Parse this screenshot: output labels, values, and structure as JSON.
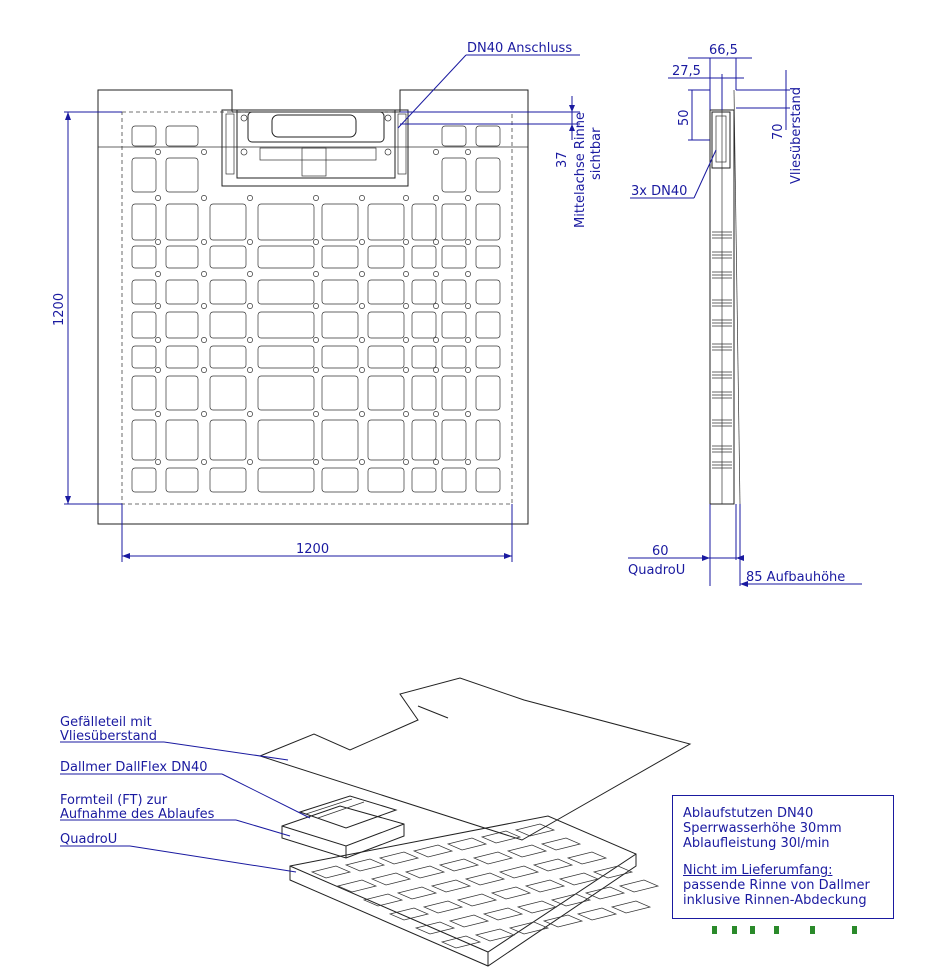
{
  "front_view": {
    "label_connection": "DN40 Anschluss",
    "dim_width": "1200",
    "dim_height": "1200",
    "dim_axis": "37",
    "label_axis_line1": "Mittelachse Rinne",
    "label_axis_line2": "sichtbar"
  },
  "side_view": {
    "dim_665": "66,5",
    "dim_275": "27,5",
    "dim_50": "50",
    "dim_70": "70",
    "label_fleece": "Vliesüberstand",
    "label_3xdn40": "3x DN40",
    "dim_60": "60",
    "label_quadrou": "QuadroU",
    "dim_build_height": "85 Aufbauhöhe"
  },
  "iso_view": {
    "callouts": [
      {
        "line1": "Gefälleteil mit",
        "line2": "Vliesüberstand"
      },
      {
        "line1": "Dallmer DallFlex DN40",
        "line2": ""
      },
      {
        "line1": "Formteil (FT) zur",
        "line2": "Aufnahme des Ablaufes"
      },
      {
        "line1": "QuadroU",
        "line2": ""
      }
    ]
  },
  "note": {
    "line1": "Ablaufstutzen DN40",
    "line2": "Sperrwasserhöhe 30mm",
    "line3": "Ablaufleistung 30l/min",
    "line4": "Nicht im Lieferumfang:",
    "line5": "passende Rinne von Dallmer",
    "line6": "inklusive Rinnen-Abdeckung"
  },
  "colors": {
    "annotation": "#1a1aa0",
    "lines": "#222222",
    "logo": "#2a8a2a"
  }
}
